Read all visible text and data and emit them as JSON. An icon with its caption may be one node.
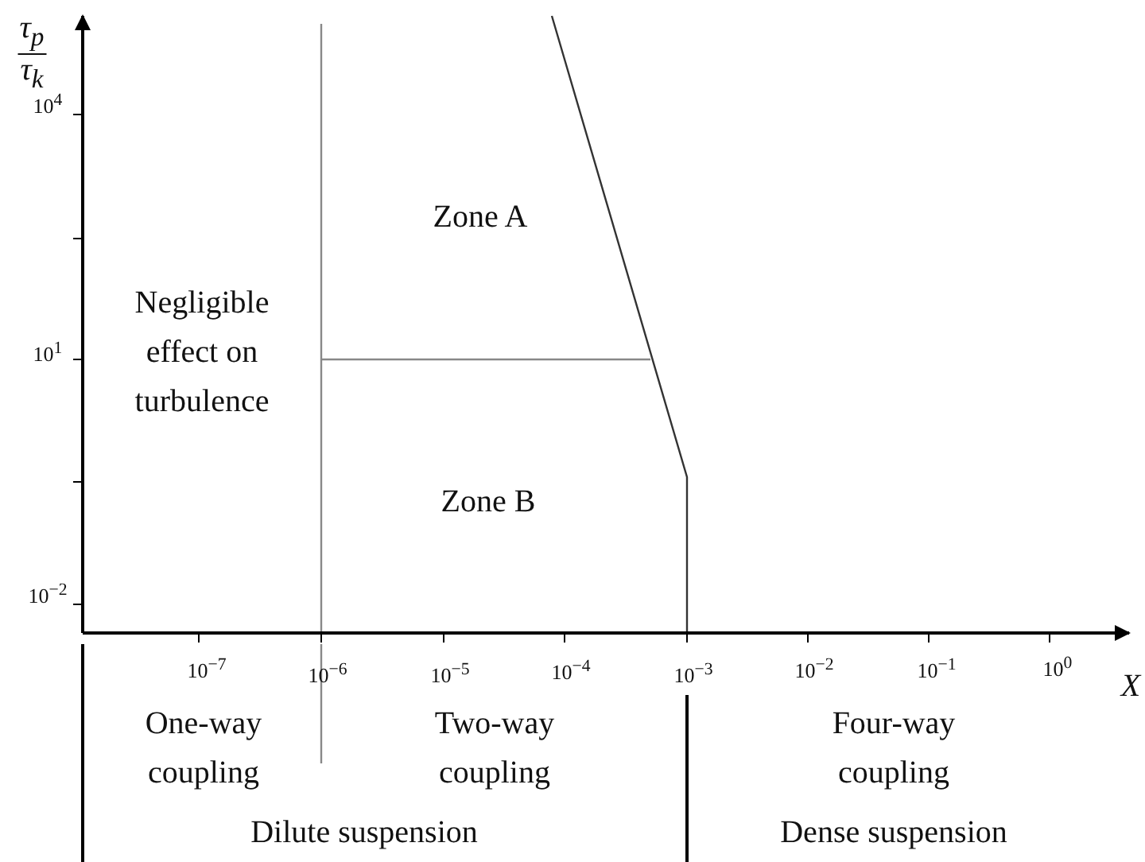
{
  "diagram": {
    "labels": [
      "τ$_{p}$",
      "τ$_{k}$",
      "10$^{4}$",
      "Zone A",
      "Negligible effect on turbulence",
      "10$^{1}$",
      "Zone B",
      "10$^{−2}$",
      "10$^{−7}$",
      "10$^{−6}$",
      "10$^{−5}$",
      "10$^{−4}$",
      "10$^{−3}$",
      "10$^{−2}$",
      "10$^{−1}$",
      "10$^{0}$",
      "X",
      "One-way coupling",
      "Two-way coupling",
      "Four-way coupling",
      "Dilute suspension",
      "Dense suspension"
    ]
  }
}
